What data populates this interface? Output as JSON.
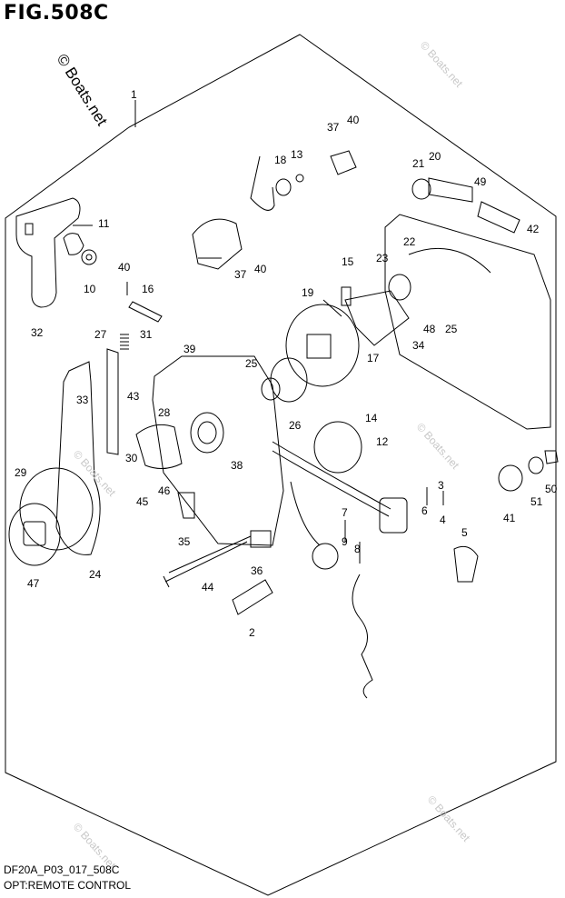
{
  "figure_title": "FIG.508C",
  "watermark_main": "© Boats.net",
  "watermark_faint": "© Boats.net",
  "drawing_code": "DF20A_P03_017_508C",
  "caption": "OPT:REMOTE CONTROL",
  "part_labels": {
    "p1": "1",
    "p2": "2",
    "p3": "3",
    "p4": "4",
    "p5": "5",
    "p6": "6",
    "p7": "7",
    "p8": "8",
    "p9": "9",
    "p10": "10",
    "p11": "11",
    "p12": "12",
    "p13": "13",
    "p14": "14",
    "p15": "15",
    "p16": "16",
    "p17": "17",
    "p18": "18",
    "p19": "19",
    "p20": "20",
    "p21": "21",
    "p22": "22",
    "p23": "23",
    "p24": "24",
    "p25a": "25",
    "p25b": "25",
    "p26": "26",
    "p27": "27",
    "p28": "28",
    "p29": "29",
    "p30": "30",
    "p31": "31",
    "p32": "32",
    "p33": "33",
    "p34": "34",
    "p35": "35",
    "p36": "36",
    "p37a": "37",
    "p37b": "37",
    "p38": "38",
    "p39": "39",
    "p40a": "40",
    "p40b": "40",
    "p40c": "40",
    "p41": "41",
    "p42": "42",
    "p43": "43",
    "p44": "44",
    "p45": "45",
    "p46": "46",
    "p47": "47",
    "p48": "48",
    "p49": "49",
    "p50": "50",
    "p51": "51"
  }
}
